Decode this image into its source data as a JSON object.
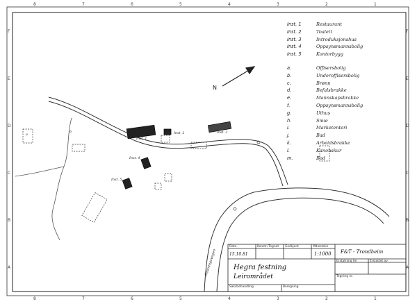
{
  "border": {
    "top_numbers": [
      "8",
      "7",
      "6",
      "5",
      "4",
      "3",
      "2",
      "1"
    ],
    "bottom_numbers": [
      "8",
      "7",
      "6",
      "5",
      "4",
      "3",
      "2",
      "1"
    ],
    "side_letters": [
      "F",
      "E",
      "D",
      "C",
      "B",
      "A"
    ]
  },
  "legend_installations": [
    {
      "key": "Inst. 1",
      "label": "Restaurant"
    },
    {
      "key": "Inst. 2",
      "label": "Toalett"
    },
    {
      "key": "Inst. 3",
      "label": "Introduksjonshus"
    },
    {
      "key": "Inst. 4",
      "label": "Oppsynsmannsbolig"
    },
    {
      "key": "Inst. 5",
      "label": "Kontorbygg"
    }
  ],
  "legend_buildings": [
    {
      "key": "a.",
      "label": "Offisersbolig"
    },
    {
      "key": "b.",
      "label": "Underoffisersbolig"
    },
    {
      "key": "c.",
      "label": "Brønn"
    },
    {
      "key": "d.",
      "label": "Befalsbrakke"
    },
    {
      "key": "e.",
      "label": "Mannskapsbrakke"
    },
    {
      "key": "f.",
      "label": "Oppsynsmannsbolig"
    },
    {
      "key": "g.",
      "label": "Uthus"
    },
    {
      "key": "h.",
      "label": "Smie"
    },
    {
      "key": "i.",
      "label": "Marketenteri"
    },
    {
      "key": "j.",
      "label": "Bad"
    },
    {
      "key": "k.",
      "label": "Arbeidsbrakke"
    },
    {
      "key": "l.",
      "label": "Kanonskur"
    },
    {
      "key": "m.",
      "label": "Bod"
    }
  ],
  "map_labels": {
    "north": "N",
    "road": "Festningsvegen",
    "inst1": "Inst. 1",
    "inst2": "Inst. 2",
    "inst3": "Inst. 3",
    "inst4": "Inst. 4",
    "inst5": "Inst. 5",
    "a": "a",
    "b": "b"
  },
  "title_block": {
    "dato_label": "Dato",
    "konstr_label": "Konstr./Tegnet",
    "godkjent_label": "Godkjent",
    "malestokk_label": "Målestokk",
    "date_value": "15.10.81",
    "scale_value": "1:1000",
    "org_value": "F&T - Trondheim",
    "title_line1": "Hegra festning",
    "title_line2": "Leirområdet",
    "erstatning_for_label": "Erstatning for",
    "erstattet_av_label": "Erstattet av",
    "tegning_nr_label": "Tegning nr.",
    "saksbeh_label": "Saksbehandling",
    "beregning_label": "Beregning"
  }
}
